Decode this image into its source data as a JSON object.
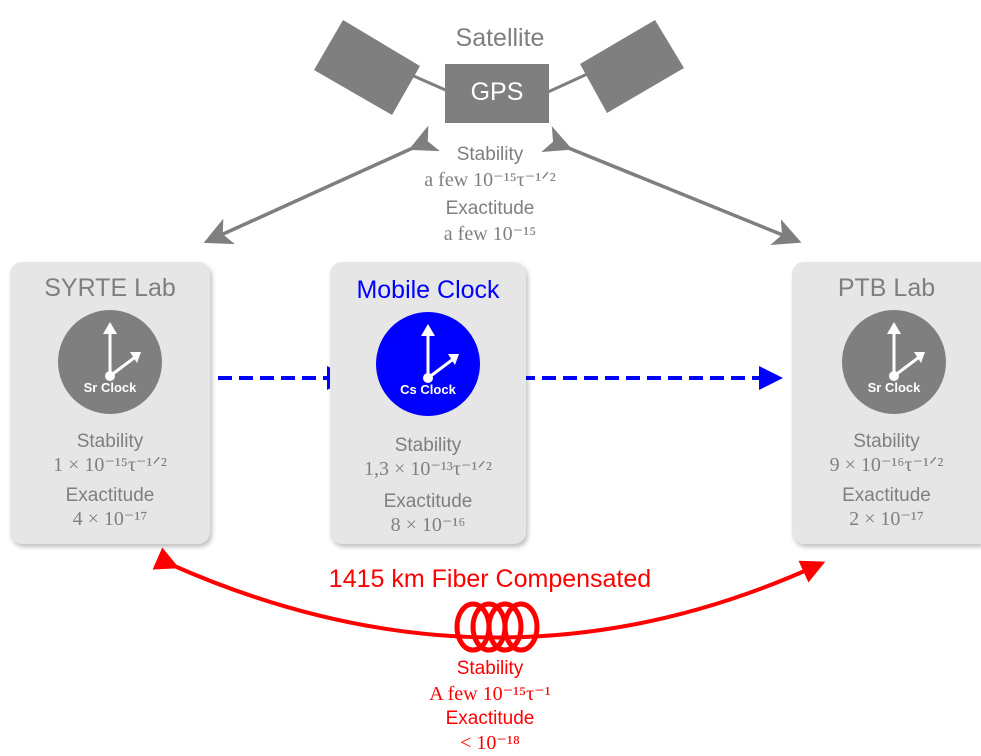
{
  "satellite": {
    "label": "Satellite",
    "gps_label": "GPS",
    "stability_label": "Stability",
    "stability_value": "a few 10⁻¹⁵τ⁻¹ᐟ²",
    "exactitude_label": "Exactitude",
    "exactitude_value": "a few 10⁻¹⁵"
  },
  "labs": [
    {
      "title": "SYRTE Lab",
      "clock_label": "Sr Clock",
      "clock_color": "#7f7f7f",
      "title_color": "#7f7f7f",
      "stability_label": "Stability",
      "stability_value": "1 × 10⁻¹⁵τ⁻¹ᐟ²",
      "exactitude_label": "Exactitude",
      "exactitude_value": "4 × 10⁻¹⁷"
    },
    {
      "title": "Mobile Clock",
      "clock_label": "Cs Clock",
      "clock_color": "#0000ff",
      "title_color": "#0000ff",
      "stability_label": "Stability",
      "stability_value": "1,3 × 10⁻¹³τ⁻¹ᐟ²",
      "exactitude_label": "Exactitude",
      "exactitude_value": "8 × 10⁻¹⁶"
    },
    {
      "title": "PTB Lab",
      "clock_label": "Sr Clock",
      "clock_color": "#7f7f7f",
      "title_color": "#7f7f7f",
      "stability_label": "Stability",
      "stability_value": "9 × 10⁻¹⁶τ⁻¹ᐟ²",
      "exactitude_label": "Exactitude",
      "exactitude_value": "2 × 10⁻¹⁷"
    }
  ],
  "fiber": {
    "title": "1415 km Fiber Compensated",
    "color": "#ff0000",
    "stability_label": "Stability",
    "stability_value": "A few 10⁻¹⁵τ⁻¹",
    "exactitude_label": "Exactitude",
    "exactitude_value": "< 10⁻¹⁸"
  },
  "colors": {
    "grey": "#7f7f7f",
    "panel": "#e6e6e6",
    "mobile_blue": "#0000ff",
    "fiber_red": "#ff0000"
  }
}
